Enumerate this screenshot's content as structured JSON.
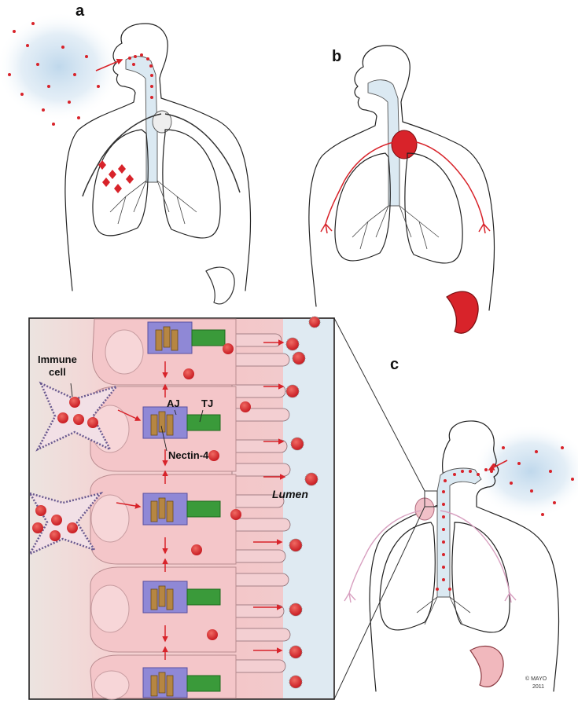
{
  "panels": {
    "a": "a",
    "b": "b",
    "c": "c"
  },
  "inset": {
    "immune_cell_label": "Immune cell",
    "immune_cell_line1": "Immune",
    "immune_cell_line2": "cell",
    "aj_label": "AJ",
    "tj_label": "TJ",
    "nectin_label": "Nectin-4",
    "lumen_label": "Lumen"
  },
  "credit": {
    "line1": "© MAYO",
    "line2": "2011"
  },
  "colors": {
    "virus_red": "#d8232a",
    "lymph_pink": "#e59ab3",
    "airway_blue": "#dbe9f2",
    "aerosol_blue": "#cfe2f0",
    "tissue_pink": "#f3c9cc",
    "junction_purple": "#8a86d4",
    "tight_junction_green": "#3a9a3a",
    "nectin_brown": "#a8793a"
  }
}
